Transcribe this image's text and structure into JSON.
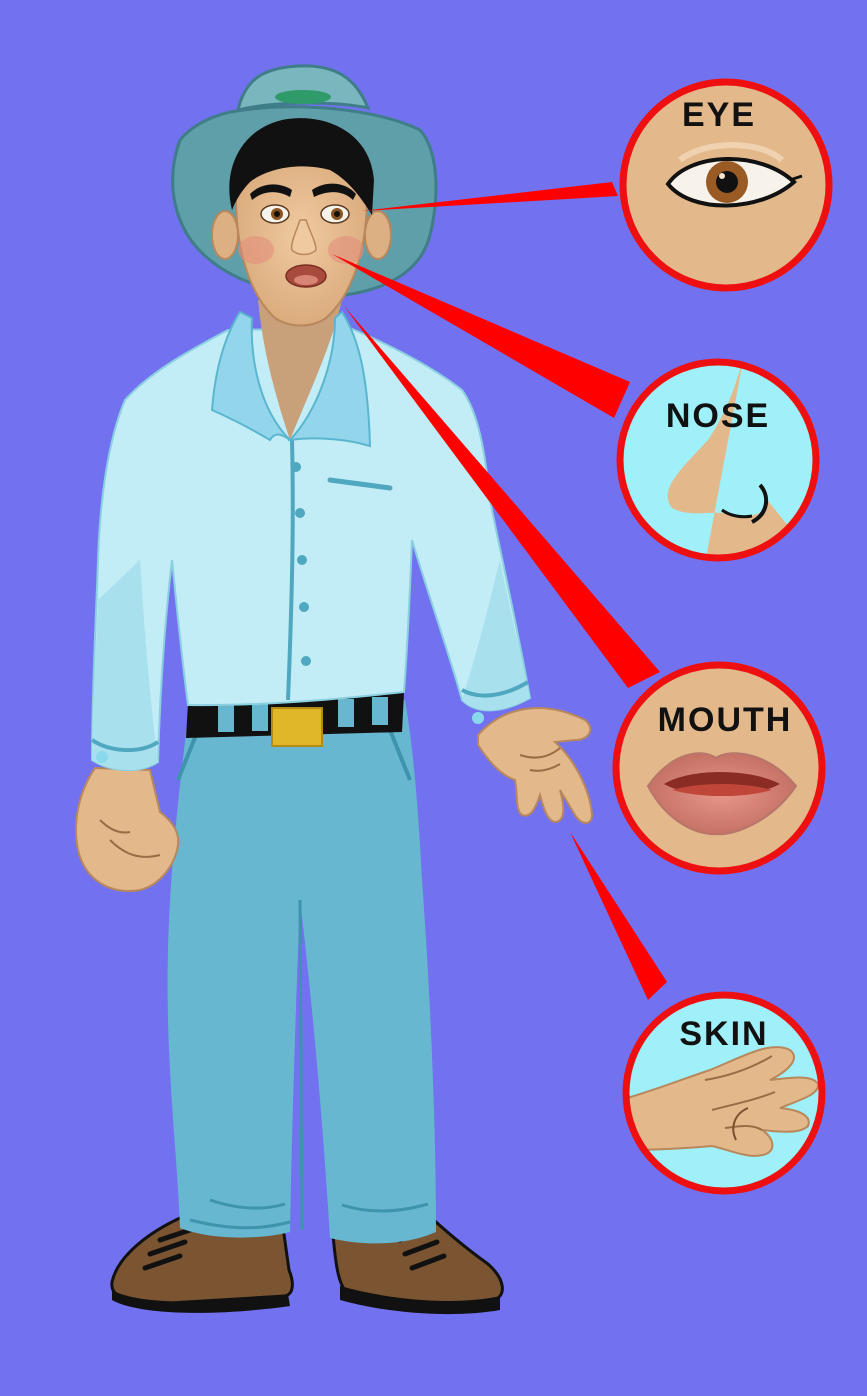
{
  "colors": {
    "background": "#7272f0",
    "callout_ring": "#ee1010",
    "pointer": "#ff0000",
    "skin": "#e3b98c",
    "shirt": "#c2ecf6",
    "jeans": "#67b7d0",
    "hat": "#5f9fa9",
    "boots": "#7b5532"
  },
  "callouts": [
    {
      "id": "eye",
      "label": "EYE",
      "icon": "eye-icon"
    },
    {
      "id": "nose",
      "label": "NOSE",
      "icon": "nose-icon"
    },
    {
      "id": "mouth",
      "label": "MOUTH",
      "icon": "mouth-icon"
    },
    {
      "id": "skin",
      "label": "SKIN",
      "icon": "hand-icon"
    }
  ]
}
